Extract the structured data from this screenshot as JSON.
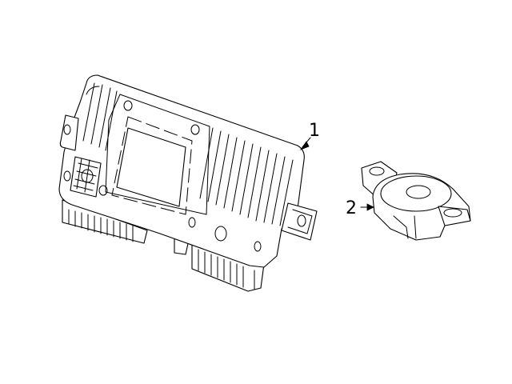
{
  "callouts": [
    {
      "number": "1",
      "part": "control-module"
    },
    {
      "number": "2",
      "part": "sensor"
    }
  ],
  "colors": {
    "line": "#000000",
    "background": "#ffffff"
  }
}
